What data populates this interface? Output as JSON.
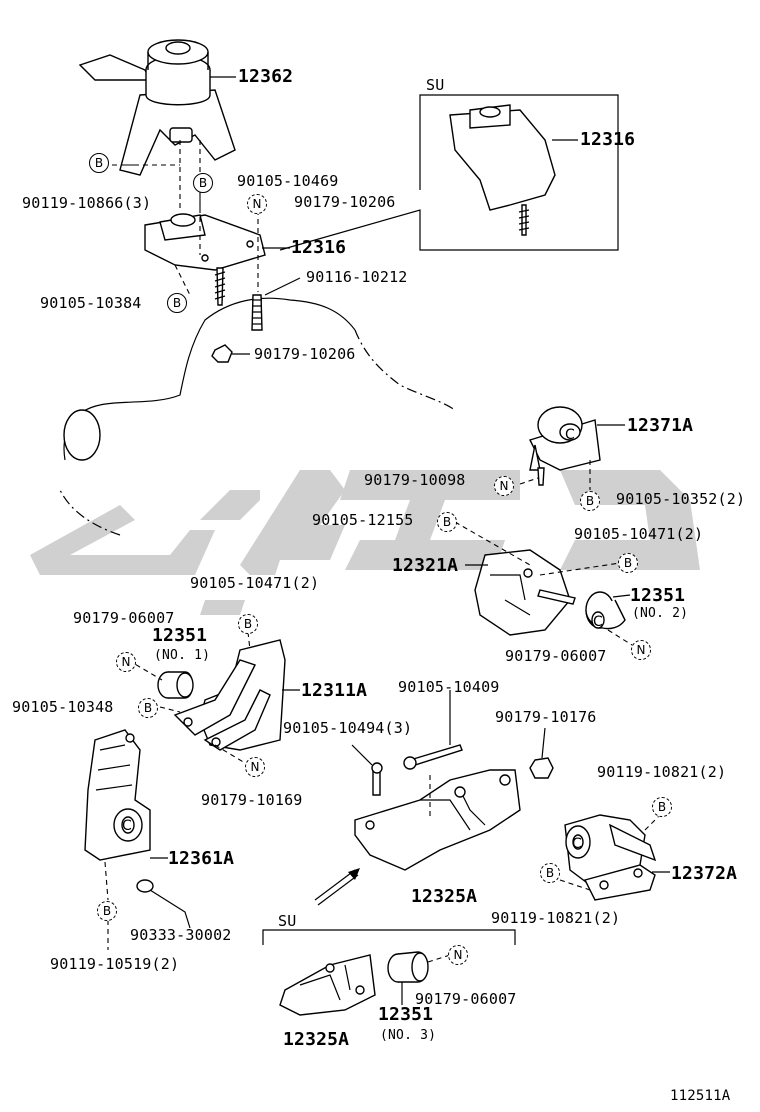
{
  "parts": {
    "p12362": "12362",
    "p12316_main": "12316",
    "p12316_su": "12316",
    "p12371A": "12371A",
    "p12321A": "12321A",
    "p12351_no2": "12351",
    "p12351_no2_sub": "(NO. 2)",
    "p12351_no1": "12351",
    "p12351_no1_sub": "(NO. 1)",
    "p12311A": "12311A",
    "p12361A": "12361A",
    "p12325A_main": "12325A",
    "p12372A": "12372A",
    "p12325A_su": "12325A",
    "p12351_no3": "12351",
    "p12351_no3_sub": "(NO. 3)"
  },
  "fasteners": {
    "f90119_10866": "90119-10866(3)",
    "f90105_10469": "90105-10469",
    "f90179_10206_a": "90179-10206",
    "f90105_10384": "90105-10384",
    "f90116_10212": "90116-10212",
    "f90179_10206_b": "90179-10206",
    "f90179_10098": "90179-10098",
    "f90105_10352": "90105-10352(2)",
    "f90105_12155": "90105-12155",
    "f90105_10471_r": "90105-10471(2)",
    "f90179_06007_r": "90179-06007",
    "f90105_10471_l": "90105-10471(2)",
    "f90179_06007_l": "90179-06007",
    "f90105_10348": "90105-10348",
    "f90179_10169": "90179-10169",
    "f90105_10409": "90105-10409",
    "f90105_10494": "90105-10494(3)",
    "f90179_10176": "90179-10176",
    "f90119_10821_t": "90119-10821(2)",
    "f90119_10821_b": "90119-10821(2)",
    "f90333_30002": "90333-30002",
    "f90119_10519": "90119-10519(2)",
    "f90179_06007_su": "90179-06007"
  },
  "markers": {
    "bolt": "B",
    "nut": "N",
    "clip": "C"
  },
  "sections": {
    "su_top": "SU",
    "su_bottom": "SU"
  },
  "footer": {
    "figure_id": "112511A"
  },
  "watermark_color": "#c8c8c8"
}
